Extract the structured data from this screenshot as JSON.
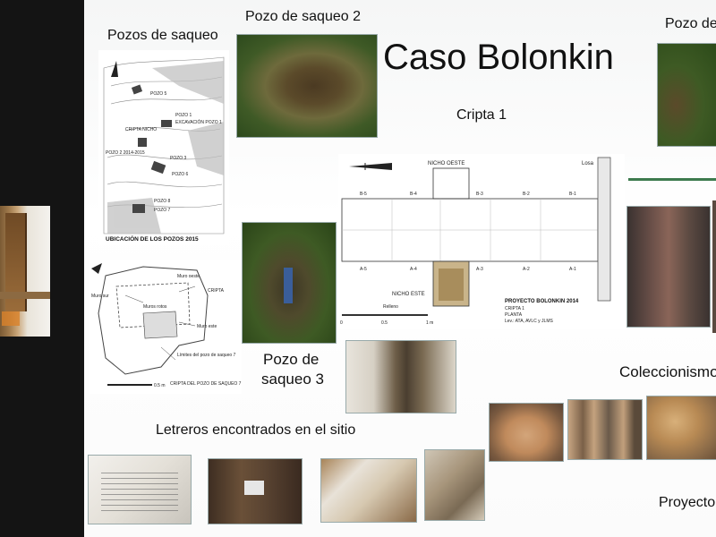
{
  "slide": {
    "title": "Caso Bolonkin",
    "pozos_heading": "Pozos de saqueo",
    "pozo2_caption": "Pozo de saqueo 2",
    "pozo_right_caption": "Pozo de",
    "cripta_caption": "Cripta 1",
    "pozo3_line1": "Pozo de",
    "pozo3_line2": "saqueo 3",
    "coleccionismo": "Coleccionismo",
    "letreros": "Letreros encontrados en el sitio",
    "proyecto": "Proyecto",
    "map": {
      "caption": "UBICACIÓN DE LOS POZOS 2015",
      "labels": [
        "POZO 5",
        "POZO 1",
        "EXCAVACIÓN POZO 1",
        "CRIPTA NICHO",
        "POZO 2 2014-2015",
        "POZO 3",
        "POZO 6",
        "POZO 8",
        "POZO 7"
      ]
    },
    "crypt_sketch": {
      "labels": [
        "Muro oeste",
        "Muro sur",
        "Muros rotos",
        "CRIPTA",
        "Muro este",
        "Límites del pozo de saqueo 7"
      ],
      "scale": "0.5 m",
      "caption": "CRIPTA DEL POZO DE SAQUEO 7"
    },
    "plan": {
      "nicho_oeste": "NICHO OESTE",
      "nicho_este": "NICHO ESTE",
      "losa": "Losa",
      "relleno": "Relleno",
      "top_labels": [
        "B-5",
        "B-4",
        "B-3",
        "B-2",
        "B-1"
      ],
      "bottom_labels": [
        "A-5",
        "A-4",
        "A-3",
        "A-2",
        "A-1"
      ],
      "project_title": "PROYECTO BOLONKIN 2014",
      "project_sub1": "CRIPTA 1",
      "project_sub2": "PLANTA",
      "project_sub3": "Lev.: ATA, AVLC y JLMS",
      "scale_labels": [
        "0",
        "0.5",
        "1 m"
      ]
    }
  }
}
